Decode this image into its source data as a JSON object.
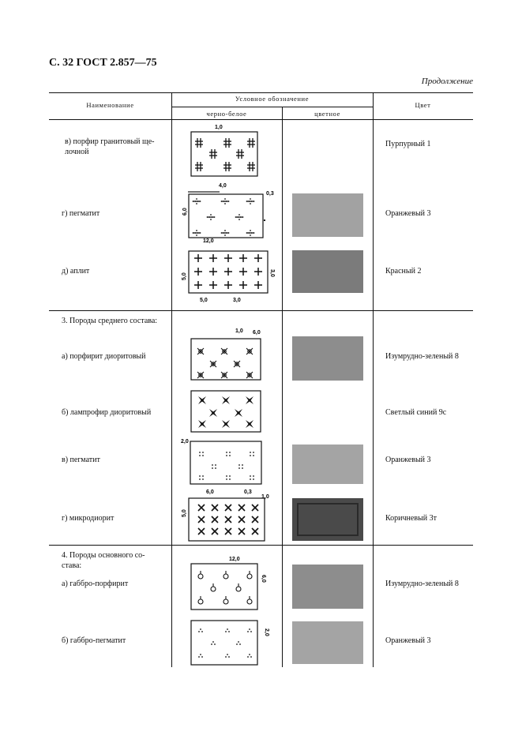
{
  "page": {
    "header": "С. 32 ГОСТ 2.857—75",
    "continuation": "Продолжение"
  },
  "table": {
    "col_name": "Наименование",
    "col_symbol": "Условное обозначение",
    "col_bw": "черно-белое",
    "col_colored": "цветное",
    "col_color": "Цвет",
    "rows": [
      {
        "name": "в) порфир гранитовый ще-\nлочной",
        "color_name": "Пурпурный 1",
        "swatch": ""
      },
      {
        "name": "г) пегматит",
        "color_name": "Оранжевый 3",
        "swatch": "#a2a2a2"
      },
      {
        "name": "д) аплит",
        "color_name": "Красный 2",
        "swatch": "#7b7b7b"
      },
      {
        "name": "3. Породы среднего состава:",
        "color_name": "",
        "swatch": ""
      },
      {
        "name": "а) порфирит диоритовый",
        "color_name": "Изумрудно-зеленый 8",
        "swatch": "#8d8d8d"
      },
      {
        "name": "б) лампрофир диоритовый",
        "color_name": "Светлый синий 9с",
        "swatch": ""
      },
      {
        "name": "в) пегматит",
        "color_name": "Оранжевый 3",
        "swatch": "#a4a4a4"
      },
      {
        "name": "г) микродиорит",
        "color_name": "Коричневый 3т",
        "swatch": "#4a4a4a"
      },
      {
        "name": "4. Породы основного со-\nстава:",
        "color_name": "",
        "swatch": ""
      },
      {
        "name": "а) габбро-порфирит",
        "color_name": "Изумрудно-зеленый 8",
        "swatch": "#8d8d8d"
      },
      {
        "name": "б) габбро-пегматит",
        "color_name": "Оранжевый 3",
        "swatch": "#a4a4a4"
      }
    ]
  },
  "dims": {
    "d10": "1,0",
    "d4_0": "4,0",
    "d6_0": "6,0",
    "d0_3": "0,3",
    "d3_0": "3,0",
    "d12_0": "12,0",
    "d5_0": "5,0",
    "d2_0": "2,0",
    "d1_0": "1,0"
  }
}
